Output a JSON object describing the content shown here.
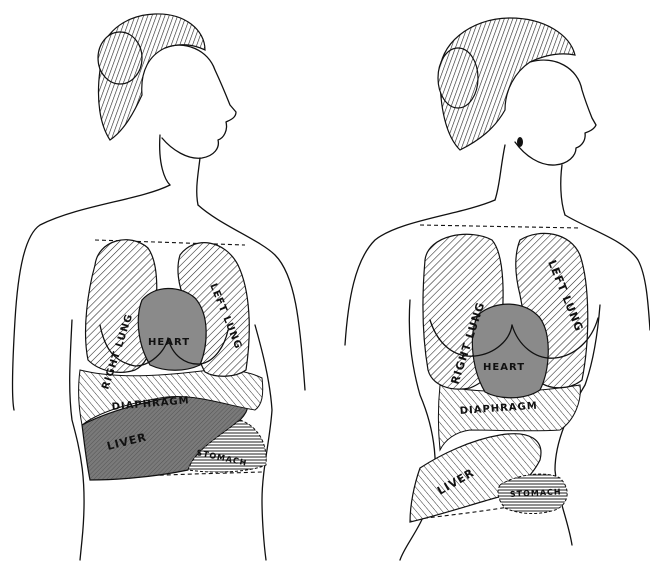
{
  "figures": [
    {
      "id": "natural",
      "labels": {
        "right_lung": "RIGHT LUNG",
        "left_lung": "LEFT LUNG",
        "heart": "HEART",
        "diaphragm": "DIAPHRAGM",
        "liver": "LIVER",
        "stomach": "STOMACH"
      }
    },
    {
      "id": "corseted",
      "labels": {
        "right_lung": "RIGHT LUNG",
        "left_lung": "LEFT LUNG",
        "heart": "HEART",
        "diaphragm": "DIAPHRAGM",
        "liver": "LIVER",
        "stomach": "STOMACH"
      }
    }
  ]
}
